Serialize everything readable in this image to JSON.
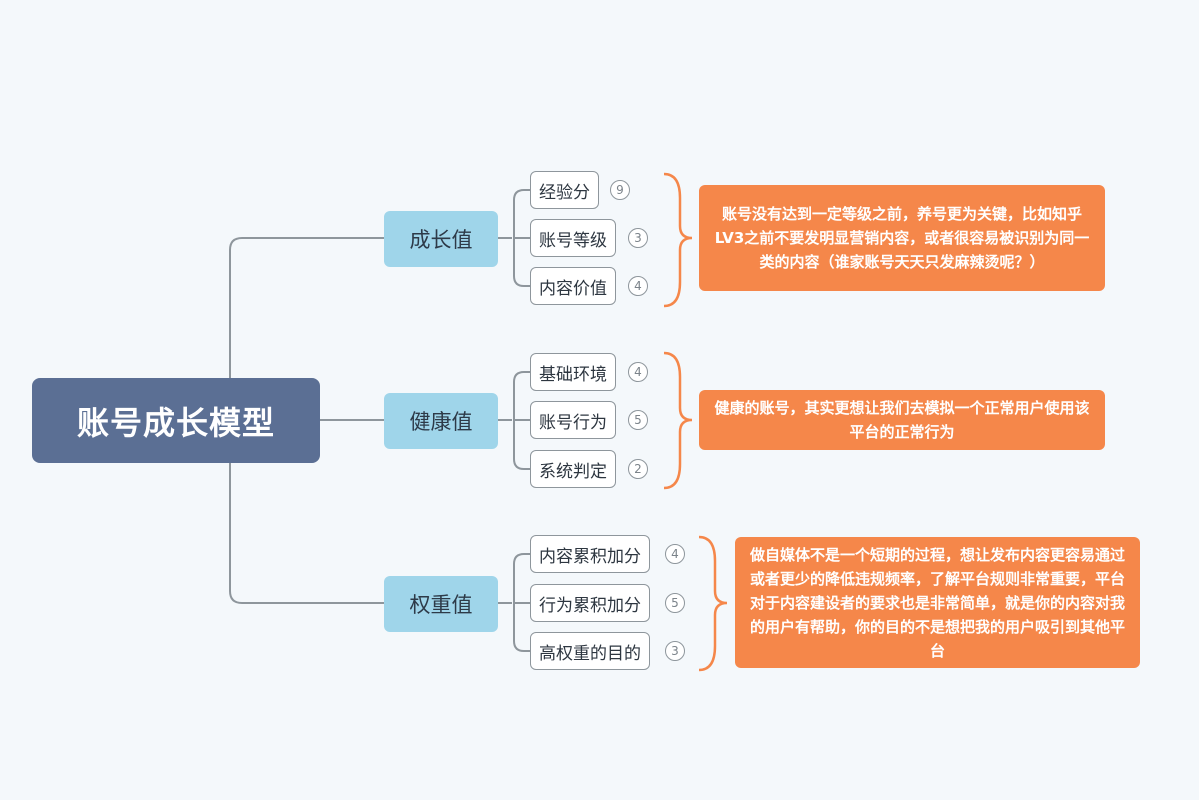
{
  "root": {
    "label": "账号成长模型"
  },
  "branches": [
    {
      "label": "成长值",
      "items": [
        {
          "label": "经验分",
          "count": "9"
        },
        {
          "label": "账号等级",
          "count": "3"
        },
        {
          "label": "内容价值",
          "count": "4"
        }
      ],
      "note": "账号没有达到一定等级之前，养号更为关键，比如知乎LV3之前不要发明显营销内容，或者很容易被识别为同一类的内容（谁家账号天天只发麻辣烫呢？）"
    },
    {
      "label": "健康值",
      "items": [
        {
          "label": "基础环境",
          "count": "4"
        },
        {
          "label": "账号行为",
          "count": "5"
        },
        {
          "label": "系统判定",
          "count": "2"
        }
      ],
      "note": "健康的账号，其实更想让我们去模拟一个正常用户使用该平台的正常行为"
    },
    {
      "label": "权重值",
      "items": [
        {
          "label": "内容累积加分",
          "count": "4"
        },
        {
          "label": "行为累积加分",
          "count": "5"
        },
        {
          "label": "高权重的目的",
          "count": "3"
        }
      ],
      "note": "做自媒体不是一个短期的过程，想让发布内容更容易通过或者更少的降低违规频率，了解平台规则非常重要，平台对于内容建设者的要求也是非常简单，就是你的内容对我的用户有帮助，你的目的不是想把我的用户吸引到其他平台"
    }
  ],
  "colors": {
    "root": "#5b6f94",
    "branch": "#9fd5ea",
    "note": "#f5874a",
    "bracket": "#f5874a",
    "line": "#8e969c",
    "background": "#f4f8fb"
  }
}
